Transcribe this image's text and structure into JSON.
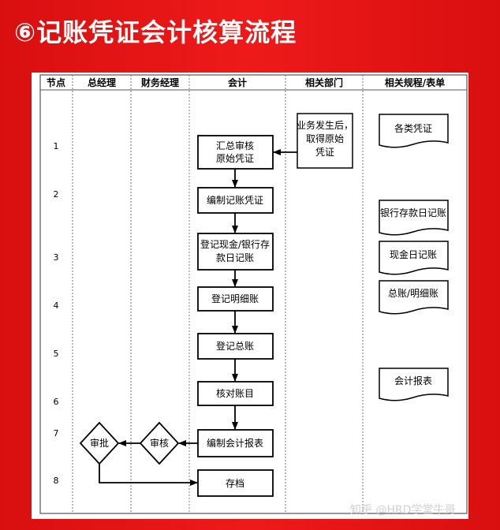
{
  "title": "⑥记账凭证会计核算流程",
  "table": {
    "headers": [
      "节点",
      "总经理",
      "财务经理",
      "会计",
      "相关部门",
      "相关规程/表单"
    ],
    "node_numbers": [
      "1",
      "2",
      "3",
      "4",
      "5",
      "6",
      "7",
      "8"
    ]
  },
  "flow": {
    "dept_box": [
      "业务发生后，",
      "取得原始",
      "凭证"
    ],
    "steps": [
      [
        "汇总审核",
        "原始凭证"
      ],
      [
        "编制记账凭证"
      ],
      [
        "登记现金/银行存",
        "款日记账"
      ],
      [
        "登记明细账"
      ],
      [
        "登记总账"
      ],
      [
        "核对账目"
      ],
      [
        "编制会计报表"
      ],
      [
        "存档"
      ]
    ],
    "decisions": [
      "审核",
      "审批"
    ]
  },
  "documents": [
    "各类凭证",
    "银行存款日记账",
    "现金日记账",
    "总账/明细账",
    "会计报表"
  ],
  "colors": {
    "background": "#e51515",
    "line": "#000000",
    "sheet": "#ffffff"
  },
  "watermark": "知乎 @HRD学堂牛哥"
}
